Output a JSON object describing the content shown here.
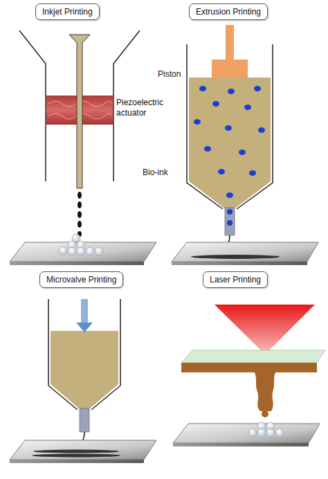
{
  "diagram": {
    "nodes": [
      {
        "text": [
          "Inkjet Printing"
        ]
      },
      {
        "text": [
          "Extrusion Printing"
        ]
      },
      {
        "text": [
          "Microvalve Printing"
        ]
      },
      {
        "text": [
          "Laser Printing"
        ]
      }
    ],
    "labels": [
      "Piezoelectric actuator",
      "Piston",
      "Bio-ink"
    ]
  }
}
